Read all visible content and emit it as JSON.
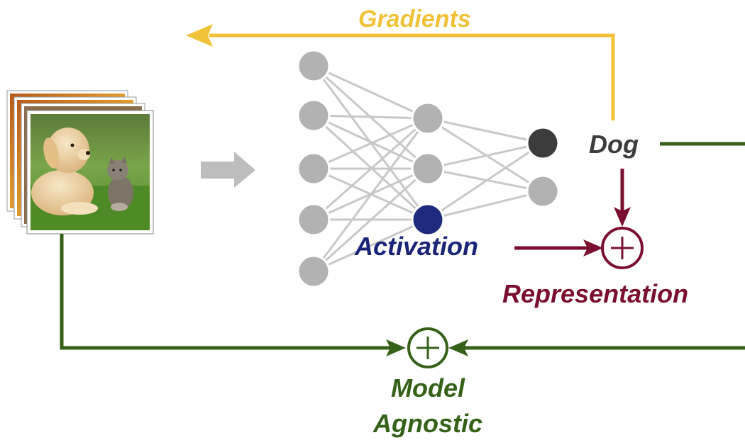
{
  "labels": {
    "gradients": "Gradients",
    "dog": "Dog",
    "activation": "Activation",
    "representation": "Representation",
    "model_line1": "Model",
    "model_line2": "Agnostic"
  },
  "colors": {
    "gradients": "#F0C23A",
    "dog": "#3D3D3D",
    "activation": "#1A2577",
    "representation": "#7A0F2F",
    "model_agnostic": "#356119",
    "node": "#B2B2B2",
    "node_stroke": "#FFFFFF",
    "edge": "#C8C8C8",
    "arrow_gray": "#BDBDBD",
    "output_node_dark": "#3C3C3C",
    "activation_node": "#1E2A7E"
  },
  "network": {
    "layer_sizes": [
      5,
      3,
      2
    ],
    "activated_node": "hidden-3",
    "predicted_node": "output-1"
  },
  "images": {
    "stack_count": 4,
    "front_image": "puppy-and-kitten-photo"
  },
  "icons": {
    "sum": "circled-plus-icon",
    "forward": "right-arrow-icon"
  }
}
